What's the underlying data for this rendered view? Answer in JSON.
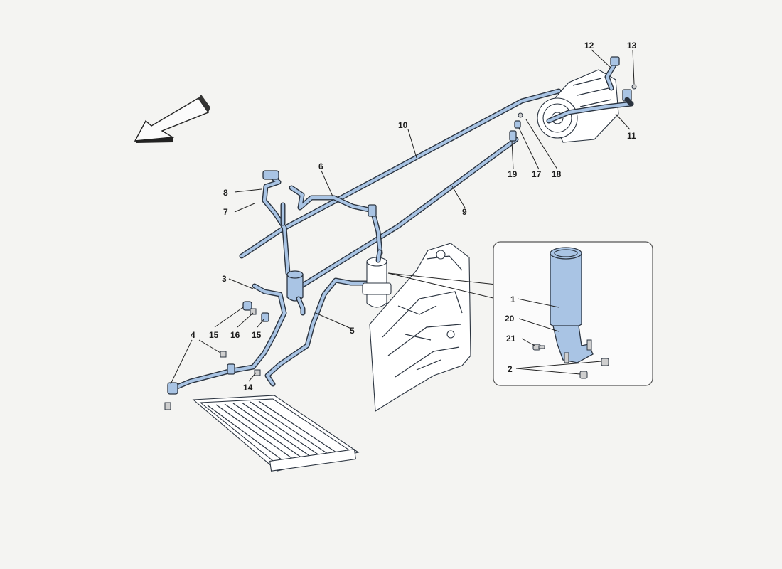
{
  "callouts": [
    "1",
    "2",
    "3",
    "4",
    "5",
    "6",
    "7",
    "8",
    "9",
    "10",
    "11",
    "12",
    "13",
    "14",
    "15",
    "15",
    "16",
    "17",
    "18",
    "19",
    "20",
    "21"
  ],
  "colors": {
    "part_fill": "#a9c4e4",
    "line": "#2b3440",
    "background": "#f4f4f2"
  },
  "icons": {
    "direction_arrow": "front-direction-arrow-icon"
  }
}
